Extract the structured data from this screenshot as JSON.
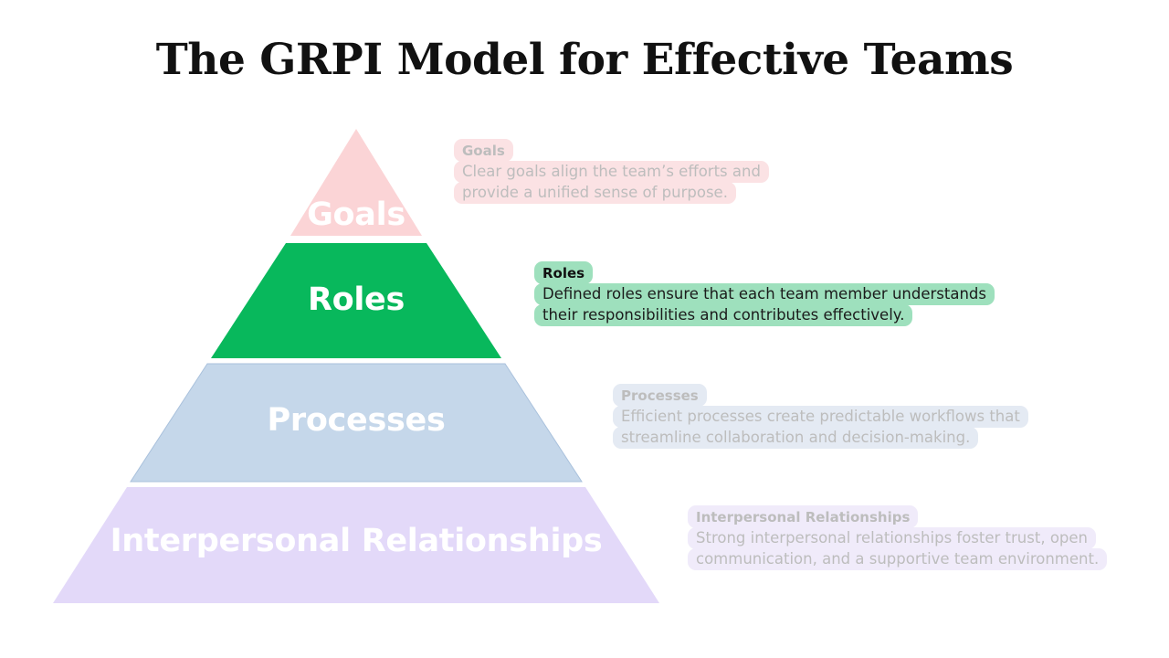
{
  "title": "The GRPI Model for Effective Teams",
  "diagram": {
    "type": "pyramid",
    "orientation": "apex-top",
    "active_tier": "Roles",
    "tiers": [
      {
        "key": "goals",
        "label": "Goals",
        "state": "inactive",
        "fill": "#fbd4d6",
        "label_color": "#ffffff"
      },
      {
        "key": "roles",
        "label": "Roles",
        "state": "active",
        "fill": "#08b85c",
        "label_color": "#ffffff"
      },
      {
        "key": "processes",
        "label": "Processes",
        "state": "inactive",
        "fill": "#c5d7ea",
        "label_color": "#ffffff"
      },
      {
        "key": "interpersonal",
        "label": "Interpersonal Relationships",
        "state": "inactive",
        "fill": "#e3d9f9",
        "label_color": "#ffffff"
      }
    ]
  },
  "callouts": [
    {
      "key": "goals",
      "heading": "Goals",
      "state": "inactive",
      "background": "#fbe2e4",
      "text_color": "#bdbdbd",
      "lines": [
        "Clear goals align the team’s efforts and",
        "provide a unified sense of purpose."
      ]
    },
    {
      "key": "roles",
      "heading": "Roles",
      "state": "active",
      "background": "#9ee0bd",
      "text_color": "#1b1b1b",
      "lines": [
        "Defined roles ensure that each team member understands",
        "their responsibilities and contributes effectively."
      ]
    },
    {
      "key": "processes",
      "heading": "Processes",
      "state": "inactive",
      "background": "#e4eaf3",
      "text_color": "#bdbdbd",
      "lines": [
        "Efficient processes create predictable workflows that",
        "streamline collaboration and decision-making."
      ]
    },
    {
      "key": "interpersonal",
      "heading": "Interpersonal Relationships",
      "state": "inactive",
      "background": "#f0ebfa",
      "text_color": "#bdbdbd",
      "lines": [
        "Strong interpersonal relationships foster trust, open",
        "communication, and a supportive team environment."
      ]
    }
  ]
}
